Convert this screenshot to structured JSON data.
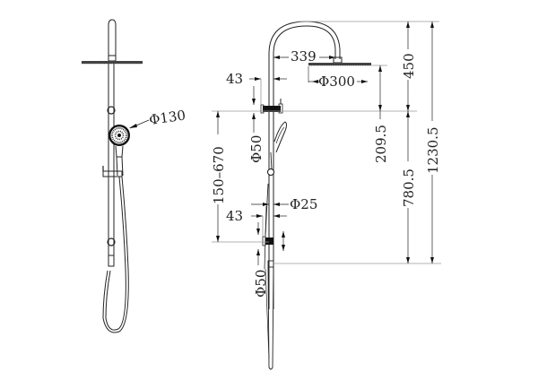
{
  "diagram": {
    "title": "",
    "subject": "Twin shower rail set with overhead shower and hand shower",
    "colors": {
      "line": "#222222",
      "guide": "#9a9a9a",
      "background": "#ffffff"
    },
    "front_view": {
      "hand_shower_diameter": "Φ130"
    },
    "side_view": {
      "arm_reach": "339",
      "head_diameter": "Φ300",
      "top_bracket_offset": "43",
      "top_bracket_pipe_diameter": "Φ50",
      "slide_range": "150–670",
      "slider_offset": "43",
      "rail_diameter": "Φ25",
      "bottom_bracket_diameter": "Φ50",
      "head_height_above_bracket": "450",
      "head_drop": "209.5",
      "bracket_spacing": "780.5",
      "overall_height": "1230.5"
    }
  }
}
